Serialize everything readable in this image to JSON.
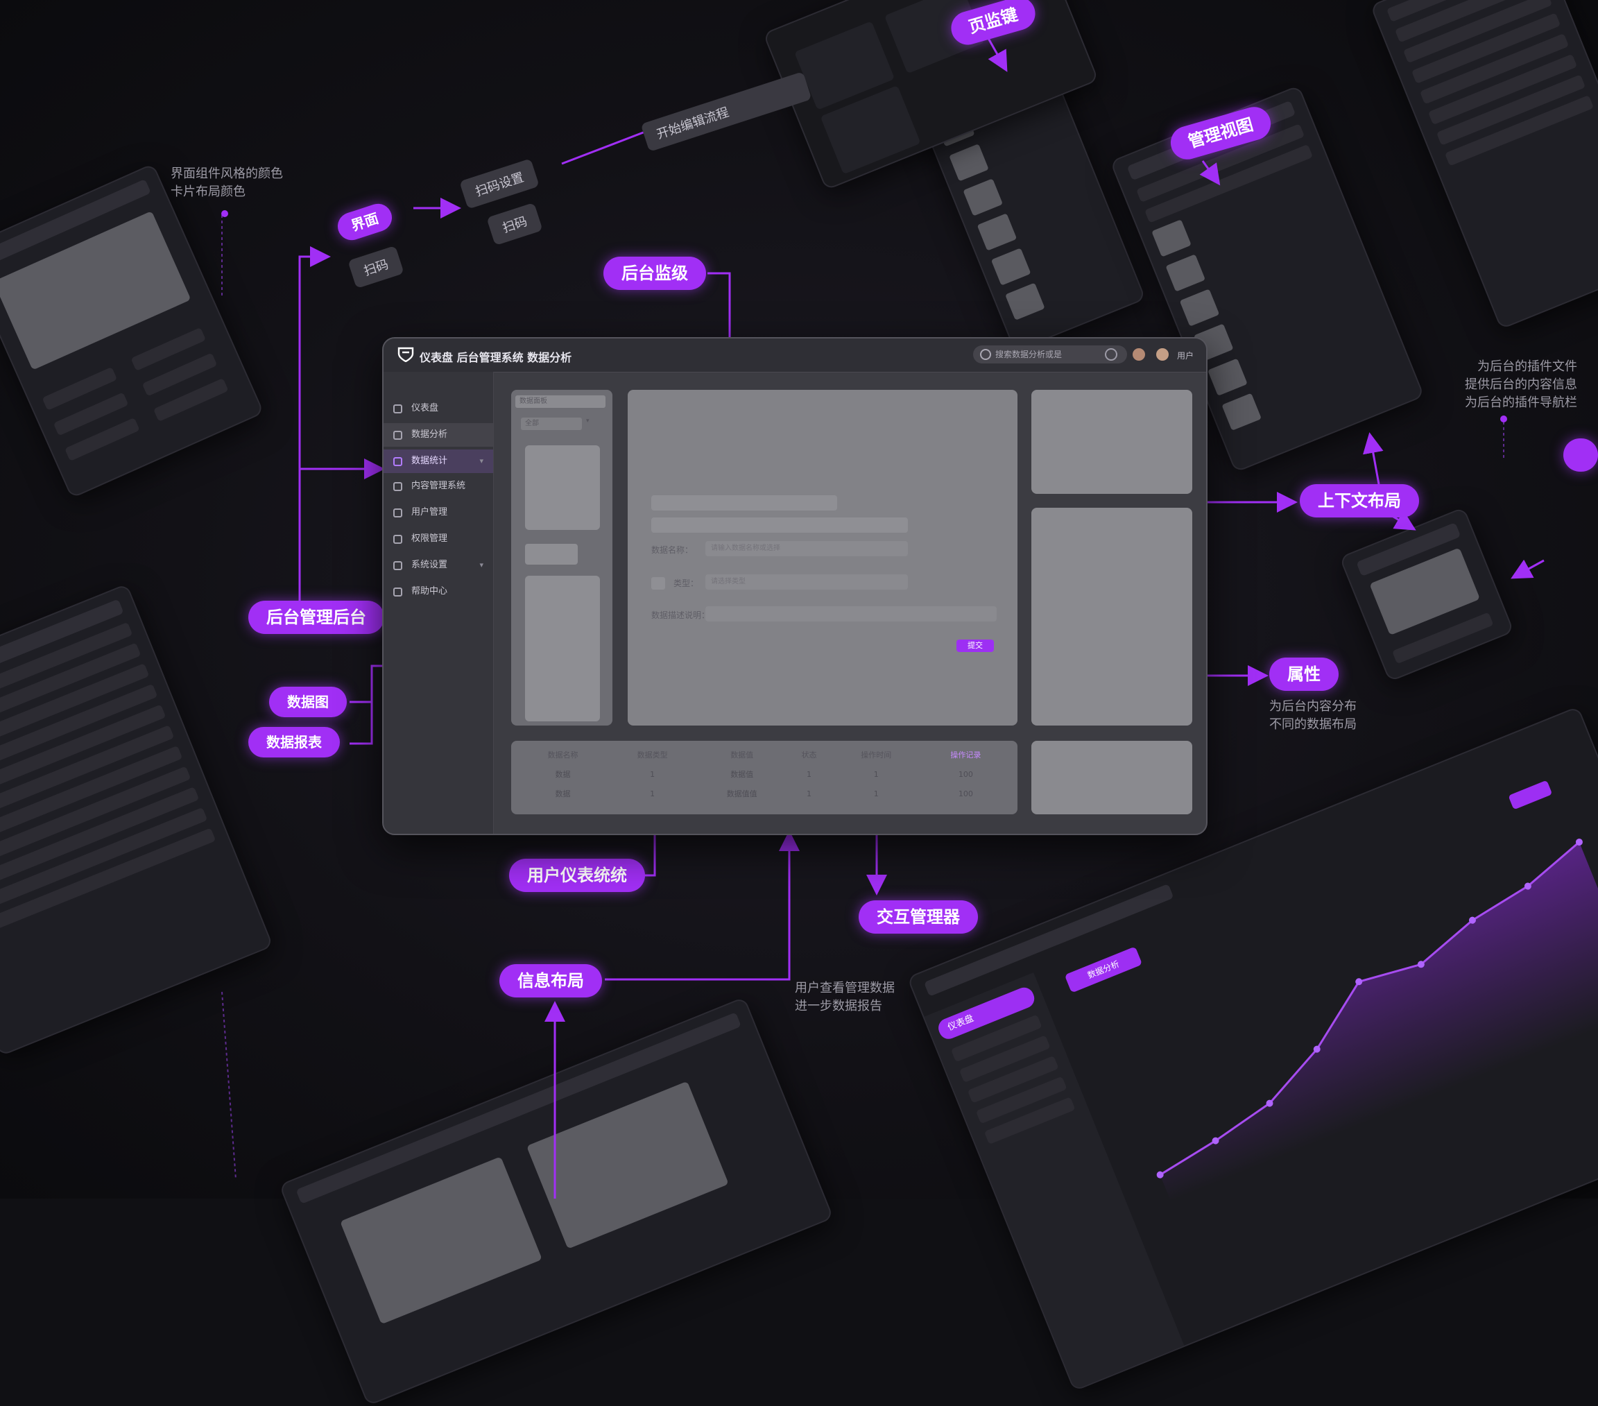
{
  "colors": {
    "accent": "#a12ff5",
    "background": "#101014",
    "panel": "#3c3c42",
    "placeholder": "#7a7a7f"
  },
  "labels": {
    "top_center": "后台监级",
    "top_right_header": "页监键",
    "right_column": "管理视图",
    "left_main": "后台管理后台",
    "left_a": "数据图",
    "left_b": "数据报表",
    "right_a": "上下文布局",
    "right_b": "属性",
    "bottom_a": "用户仪表统统",
    "bottom_b": "交互管理器",
    "bottom_c": "信息布局"
  },
  "notes": {
    "top_left": "界面组件风格的颜色\n卡片布局颜色",
    "right_top": "为后台的插件文件\n提供后台的内容信息\n为后台的插件导航栏",
    "right_mid": "为后台内容分布\n不同的数据布局",
    "bottom_mid": "用户查看管理数据\n进一步数据报告"
  },
  "flow_tags": {
    "start": "界面",
    "a": "扫码",
    "b": "扫码设置",
    "c": "扫码",
    "d": "开始编辑流程"
  },
  "dashboard": {
    "title": "仪表盘 后台管理系统 数据分析",
    "search_placeholder": "搜索数据分析或是",
    "username": "用户",
    "nav": [
      {
        "label": "仪表盘",
        "icon": "home-icon"
      },
      {
        "label": "数据分析",
        "icon": "chart-icon"
      },
      {
        "label": "数据统计",
        "icon": "stats-icon"
      },
      {
        "label": "内容管理系统",
        "icon": "content-icon"
      },
      {
        "label": "用户管理",
        "icon": "user-icon"
      },
      {
        "label": "权限管理",
        "icon": "lock-icon"
      },
      {
        "label": "系统设置",
        "icon": "gear-icon"
      },
      {
        "label": "帮助中心",
        "icon": "help-icon"
      }
    ],
    "left_panel_header": "数据面板",
    "left_panel_select": "全部",
    "form": {
      "label_1": "数据名称：",
      "label_2": "类型：",
      "label_3": "数据描述说明：",
      "value_1": "请输入数据名称或选择",
      "value_2": "请选择类型",
      "submit": "提交"
    },
    "table": {
      "headers": [
        "数据名称",
        "数据类型",
        "数据值",
        "状态",
        "操作时间",
        "操作记录"
      ],
      "rows": [
        [
          "数据",
          "1",
          "数据值",
          "1",
          "1",
          "100"
        ],
        [
          "数据",
          "1",
          "数据值值",
          "1",
          "1",
          "100"
        ]
      ]
    }
  },
  "bottom_right": {
    "tab_active": "数据分析",
    "side_active": "仪表盘",
    "chart_points": [
      12,
      18,
      26,
      44,
      70,
      66,
      78,
      84,
      96
    ]
  }
}
